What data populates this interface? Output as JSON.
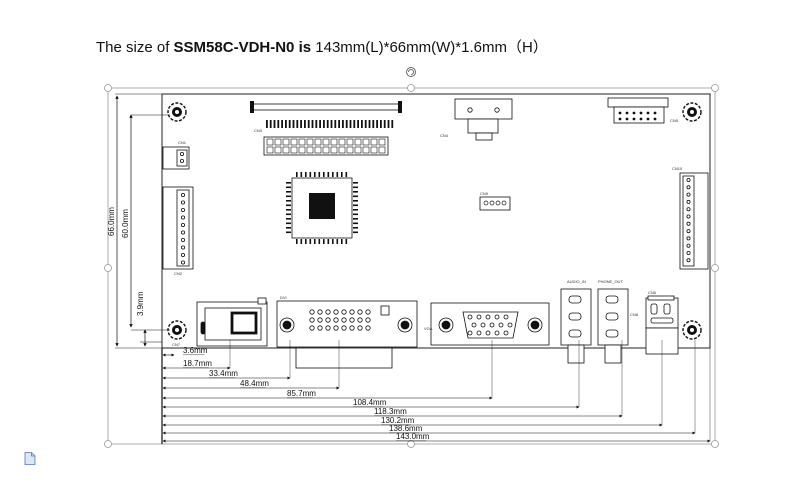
{
  "title": {
    "prefix": "The size of ",
    "model": "SSM58C-VDH-N0",
    "connector": " is",
    "dimensions": " 143mm(L)*66mm(W)*1.6mm（H）"
  },
  "vertical_dims": {
    "total_height": "66.0mm",
    "hole_spacing": "60.0mm",
    "hole_offset": "3.9mm"
  },
  "horizontal_dims": [
    "3.6mm",
    "18.7mm",
    "33.4mm",
    "48.4mm",
    "85.7mm",
    "108.4mm",
    "118.3mm",
    "130.2mm",
    "138.6mm",
    "143.0mm"
  ],
  "silkscreen": {
    "cn1": "CN1",
    "cn2": "CN2",
    "cn3": "CN3",
    "cn4": "CN4",
    "cn5": "CN5",
    "cn6": "CN6",
    "cn7": "CN7",
    "cn8": "CN8",
    "cn9": "CN9",
    "cn10": "CN10",
    "audio_in": "AUDIO_IN",
    "phone_out": "PHONE_OUT",
    "vga": "VGA",
    "dvi": "DVI"
  },
  "colors": {
    "ink": "#111111",
    "board_line": "#222222",
    "selection": "#999999"
  },
  "icons": {
    "document": "document-icon",
    "rotate_handle": "rotate-handle-icon"
  }
}
